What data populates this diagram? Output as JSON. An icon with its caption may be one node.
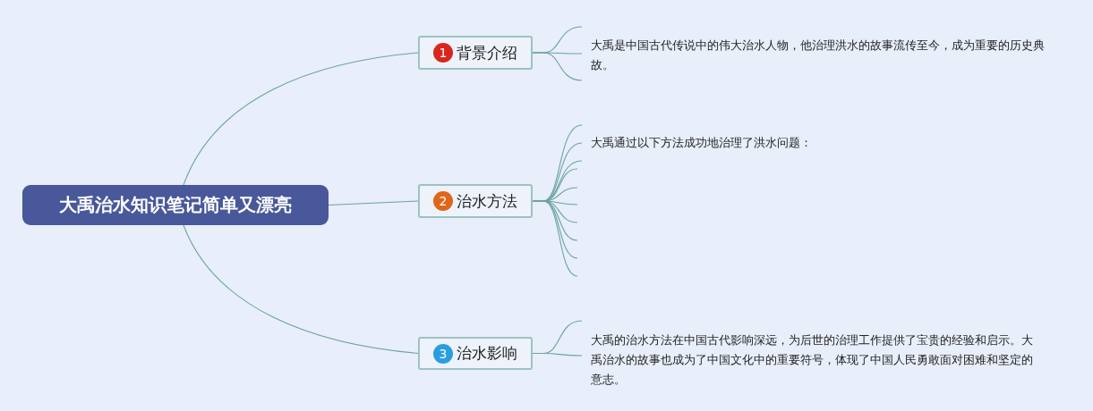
{
  "diagram": {
    "nodes": [
      {
        "text": [
          "大禹治水知识笔记简单又漂亮"
        ]
      },
      {
        "text": [
          "1",
          "背景介绍"
        ]
      },
      {
        "text": [
          "大禹是中国古代传说中的伟大治水人物，他治理洪水的故事流传至今，成为重要的历史典故。"
        ]
      },
      {
        "text": [
          "2",
          "治水方法"
        ]
      },
      {
        "text": [
          "大禹通过以下方法成功地治理了洪水问题："
        ]
      },
      {
        "text": [
          "3",
          "治水影响"
        ]
      },
      {
        "text": [
          "大禹的治水方法在中国古代影响深远，为后世的治理工作提供了宝贵的经验和启示。大禹治水的故事也成为了中国文化中的重要符号，体现了中国人民勇敢面对困难和坚定的意志。"
        ]
      }
    ],
    "edges": [
      {
        "from": 0,
        "to": 1,
        "arrow": "none"
      },
      {
        "from": 0,
        "to": 3,
        "arrow": "none"
      },
      {
        "from": 0,
        "to": 5,
        "arrow": "none"
      },
      {
        "from": 1,
        "to": 2,
        "arrow": "none"
      },
      {
        "from": 1,
        "to": 2,
        "arrow": "none"
      },
      {
        "from": 1,
        "to": 2,
        "arrow": "none"
      },
      {
        "from": 3,
        "to": 4,
        "arrow": "none"
      },
      {
        "from": 3,
        "to": 4,
        "arrow": "none"
      },
      {
        "from": 3,
        "to": 4,
        "arrow": "none"
      },
      {
        "from": 3,
        "to": null,
        "arrow": "none"
      },
      {
        "from": 3,
        "to": null,
        "arrow": "none"
      },
      {
        "from": 3,
        "to": null,
        "arrow": "none"
      },
      {
        "from": 3,
        "to": null,
        "arrow": "none"
      },
      {
        "from": 3,
        "to": null,
        "arrow": "none"
      },
      {
        "from": 3,
        "to": null,
        "arrow": "none"
      },
      {
        "from": 3,
        "to": null,
        "arrow": "none"
      },
      {
        "from": 5,
        "to": 6,
        "arrow": "none"
      },
      {
        "from": 5,
        "to": 6,
        "arrow": "none"
      }
    ]
  }
}
